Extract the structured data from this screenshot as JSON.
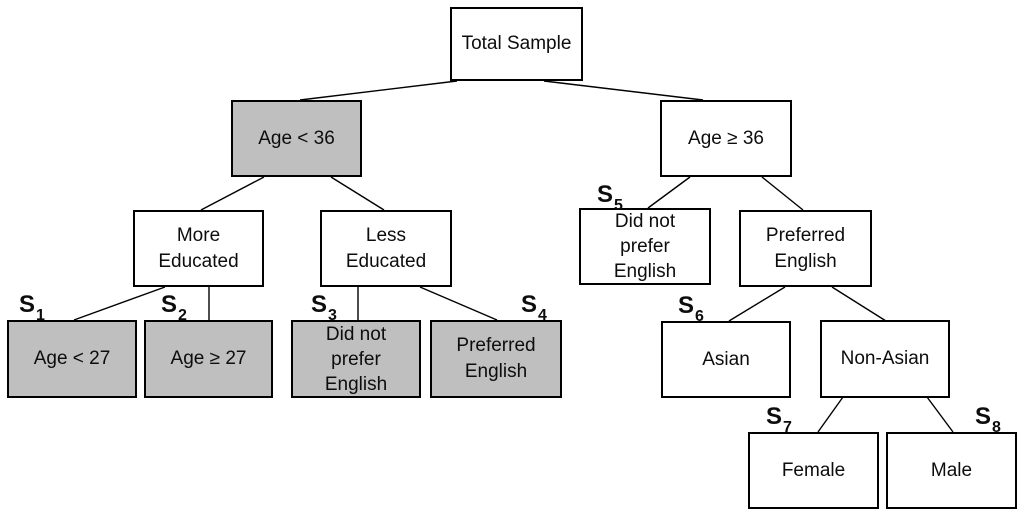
{
  "diagram": {
    "description": "Total sample segmentation decision tree with eight subsamples",
    "colors": {
      "background": "#FFFFFF",
      "box_fill_default": "#FFFFFF",
      "box_fill_highlight": "#BFBFBF",
      "box_border": "#000000",
      "connector": "#000000",
      "text": "#0D0D0D"
    }
  },
  "nodes": {
    "total_sample": {
      "label": "Total Sample",
      "fill": "white"
    },
    "age_lt_36": {
      "label": "Age < 36",
      "fill": "gray"
    },
    "age_ge_36": {
      "label": "Age ≥ 36",
      "fill": "white"
    },
    "more_educated": {
      "label": "More\nEducated",
      "fill": "white"
    },
    "less_educated": {
      "label": "Less\nEducated",
      "fill": "white"
    },
    "did_not_prefer_english_right": {
      "label": "Did not\nprefer\nEnglish",
      "fill": "white"
    },
    "preferred_english_right": {
      "label": "Preferred\nEnglish",
      "fill": "white"
    },
    "age_lt_27": {
      "label": "Age < 27",
      "fill": "gray"
    },
    "age_ge_27": {
      "label": "Age ≥ 27",
      "fill": "gray"
    },
    "did_not_prefer_english_left": {
      "label": "Did not\nprefer\nEnglish",
      "fill": "gray"
    },
    "preferred_english_left": {
      "label": "Preferred\nEnglish",
      "fill": "gray"
    },
    "asian": {
      "label": "Asian",
      "fill": "white"
    },
    "non_asian": {
      "label": "Non-Asian",
      "fill": "white"
    },
    "female": {
      "label": "Female",
      "fill": "white"
    },
    "male": {
      "label": "Male",
      "fill": "white"
    }
  },
  "tags": {
    "s1": {
      "base": "S",
      "sub": "1"
    },
    "s2": {
      "base": "S",
      "sub": "2"
    },
    "s3": {
      "base": "S",
      "sub": "3"
    },
    "s4": {
      "base": "S",
      "sub": "4"
    },
    "s5": {
      "base": "S",
      "sub": "5"
    },
    "s6": {
      "base": "S",
      "sub": "6"
    },
    "s7": {
      "base": "S",
      "sub": "7"
    },
    "s8": {
      "base": "S",
      "sub": "8"
    }
  }
}
